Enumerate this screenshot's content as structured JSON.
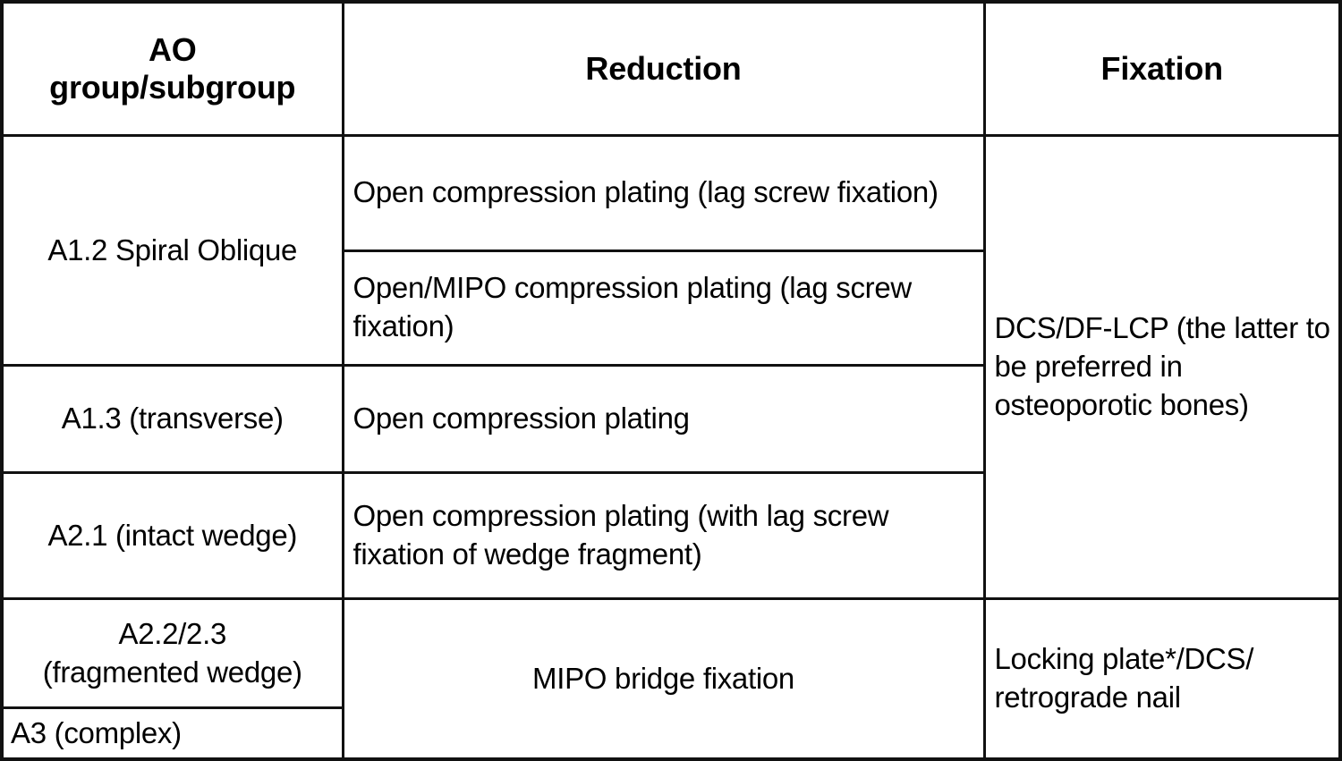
{
  "table": {
    "columns": [
      {
        "key": "ao_group",
        "header": "AO\ngroup/subgroup",
        "header_line1": "AO",
        "header_line2": "group/subgroup"
      },
      {
        "key": "reduction",
        "header": "Reduction"
      },
      {
        "key": "fixation",
        "header": "Fixation"
      }
    ],
    "headers": {
      "ao_group_line1": "AO",
      "ao_group_line2": "group/subgroup",
      "reduction": "Reduction",
      "fixation": "Fixation"
    },
    "rows": [
      {
        "ao_group": "A1.2 Spiral Oblique",
        "reduction_items": [
          "Open compression plating (lag screw fixation)",
          "Open/MIPO compression plating (lag screw fixation)"
        ],
        "fixation": "DCS/DF-LCP (the latter to be preferred in osteoporotic bones)"
      },
      {
        "ao_group": "A1.3 (transverse)",
        "reduction_items": [
          "Open compression plating"
        ],
        "fixation": ""
      },
      {
        "ao_group": "A2.1 (intact wedge)",
        "reduction_items": [
          "Open compression plating (with lag screw fixation of wedge fragment)"
        ],
        "fixation": ""
      },
      {
        "ao_group_line1": "A2.2/2.3",
        "ao_group_line2": "(fragmented wedge)",
        "ao_group_line3": "A3 (complex)",
        "reduction_items": [
          "MIPO bridge fixation"
        ],
        "fixation": "Locking plate*/DCS/ retrograde nail"
      }
    ],
    "merged_fixation_top": "DCS/DF-LCP (the latter to be preferred in osteoporotic bones)",
    "merged_fixation_bottom": "Locking plate*/DCS/ retrograde nail"
  },
  "colors": {
    "border": "#111111",
    "background": "#ffffff",
    "text": "#000000"
  }
}
